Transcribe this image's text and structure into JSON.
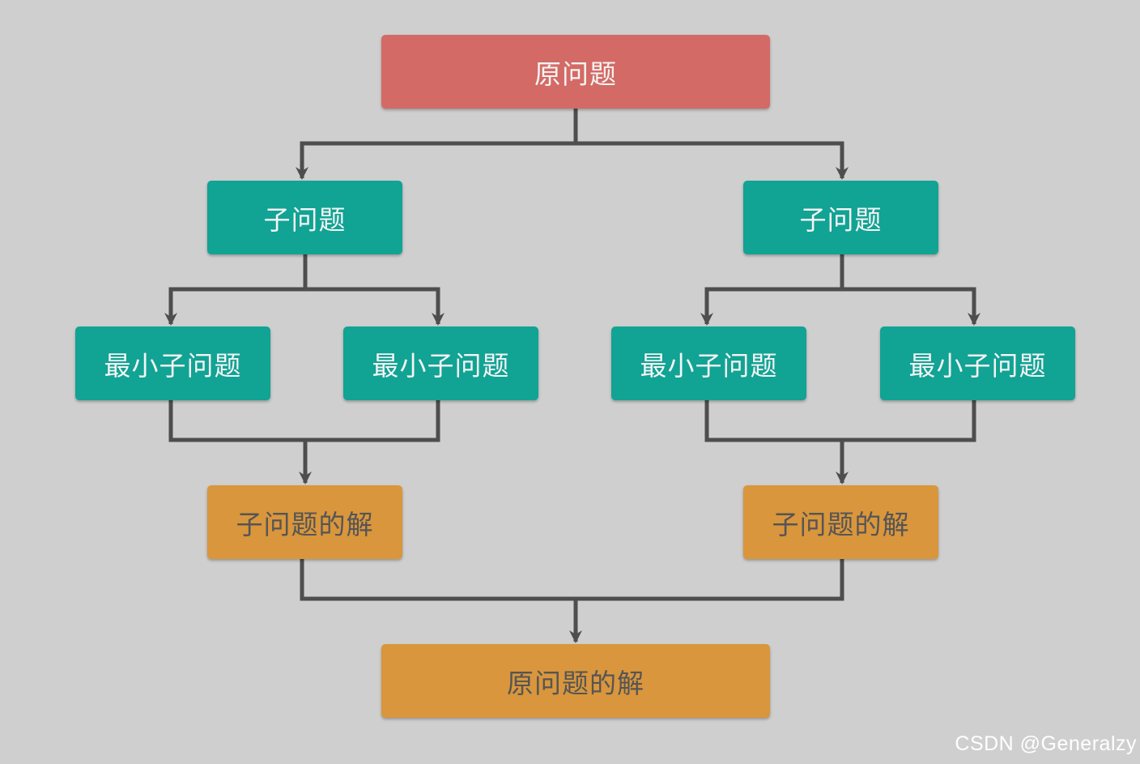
{
  "colors": {
    "background": "#cfcfcf",
    "root": "#d46a65",
    "subproblem": "#11a394",
    "solution": "#d9963c",
    "connector": "#4e4e4e"
  },
  "diagram": {
    "root": {
      "label": "原问题"
    },
    "left_sub": {
      "label": "子问题"
    },
    "right_sub": {
      "label": "子问题"
    },
    "left_min_a": {
      "label": "最小子问题"
    },
    "left_min_b": {
      "label": "最小子问题"
    },
    "right_min_a": {
      "label": "最小子问题"
    },
    "right_min_b": {
      "label": "最小子问题"
    },
    "left_solution": {
      "label": "子问题的解"
    },
    "right_solution": {
      "label": "子问题的解"
    },
    "final_solution": {
      "label": "原问题的解"
    }
  },
  "watermark": "CSDN @Generalzy"
}
